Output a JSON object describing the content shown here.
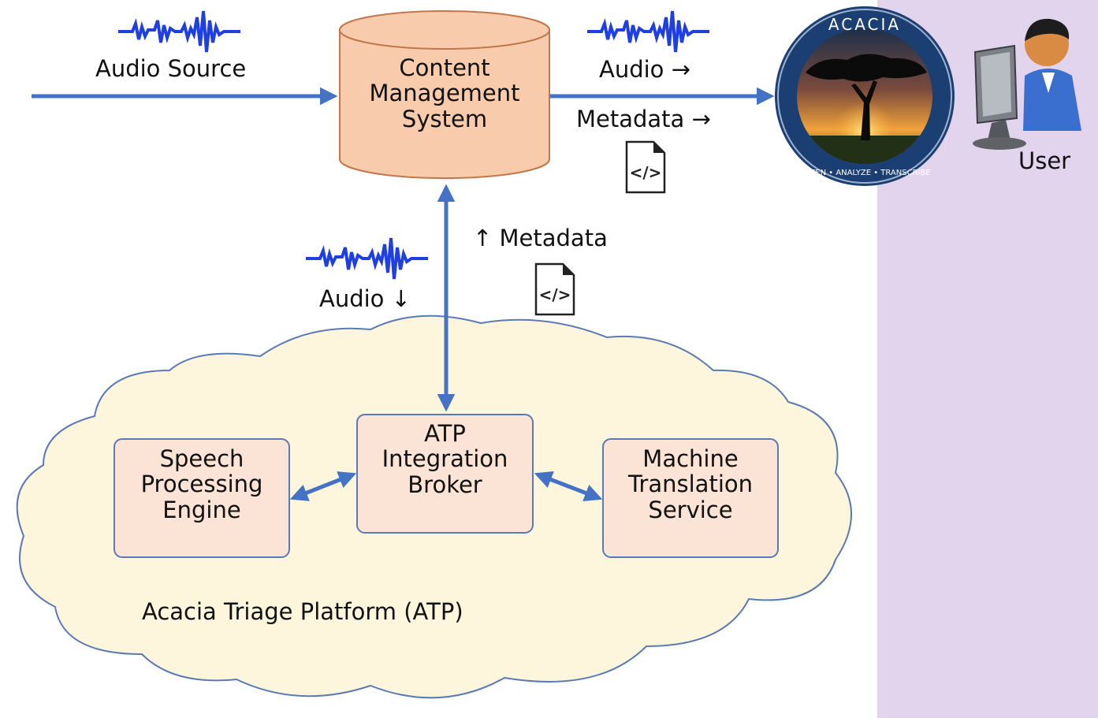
{
  "labels": {
    "audio_source": "Audio Source",
    "audio_right": "Audio →",
    "metadata_right": "Metadata →",
    "metadata_up": "↑ Metadata",
    "audio_down": "Audio ↓",
    "user": "User",
    "platform": "Acacia Triage Platform (ATP)"
  },
  "cms": {
    "line1": "Content",
    "line2": "Management",
    "line3": "System"
  },
  "broker": {
    "line1": "ATP",
    "line2": "Integration",
    "line3": "Broker"
  },
  "speech": {
    "line1": "Speech",
    "line2": "Processing",
    "line3": "Engine"
  },
  "translation": {
    "line1": "Machine",
    "line2": "Translation",
    "line3": "Service"
  },
  "logo": {
    "top_text": "ACACIA",
    "bottom_text": "LISTEN • ANALYZE • TRANSCRIBE"
  },
  "file_icon_text": "</>",
  "colors": {
    "arrow": "#4472c4",
    "cms_fill": "#f8cbad",
    "box_fill": "#fbe4d5",
    "cloud_fill": "#fdf6dd",
    "panel": "#e3d4ee",
    "waveform": "#1f3fe0"
  }
}
